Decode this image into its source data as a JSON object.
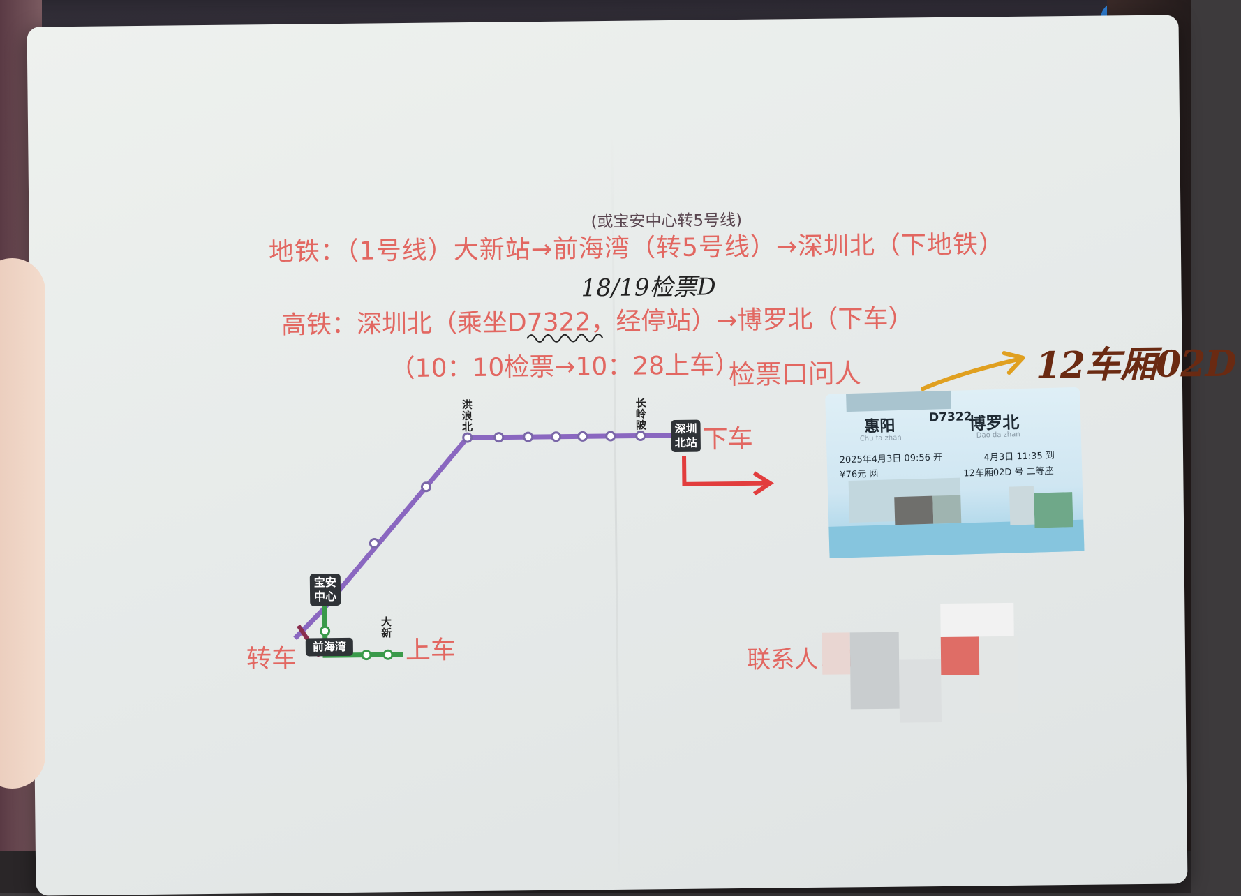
{
  "note_top": "(或宝安中心转5号线)",
  "line_metro": "地铁：（1号线）大新站→前海湾（转5号线）→深圳北（下地铁）",
  "handwritten_gate": "18/19检票D",
  "line_hsr": "高铁：深圳北（乘坐D7322，经停站）→博罗北（下车）",
  "line_times": "（10：10检票→10：28上车）",
  "ask_gate": "检票口问人",
  "handwritten_seat": "12车厢02D",
  "map": {
    "stations": {
      "hongLangBei": "洪浪北",
      "changLingBei": "长岭陂",
      "daXin": "大新",
      "shenzhenNorth": "深圳北站",
      "baoanCenter": "宝安中心",
      "qianhaiWan": "前海湾"
    },
    "actions": {
      "alight": "下车",
      "transfer": "转车",
      "board": "上车"
    },
    "line_colors": {
      "line5": "#8a67c0",
      "line1": "#3a9a4a",
      "arrow": "#e23d3d"
    }
  },
  "ticket": {
    "from": "惠阳",
    "from_pinyin": "Chu fa zhan",
    "train": "D7322",
    "to": "博罗北",
    "to_pinyin": "Dao da zhan",
    "depart": "2025年4月3日 09:56 开",
    "price": "¥76元  网",
    "arrive": "4月3日 11:35 到",
    "seat": "12车厢02D 号 二等座"
  },
  "contact_label": "联系人：1"
}
